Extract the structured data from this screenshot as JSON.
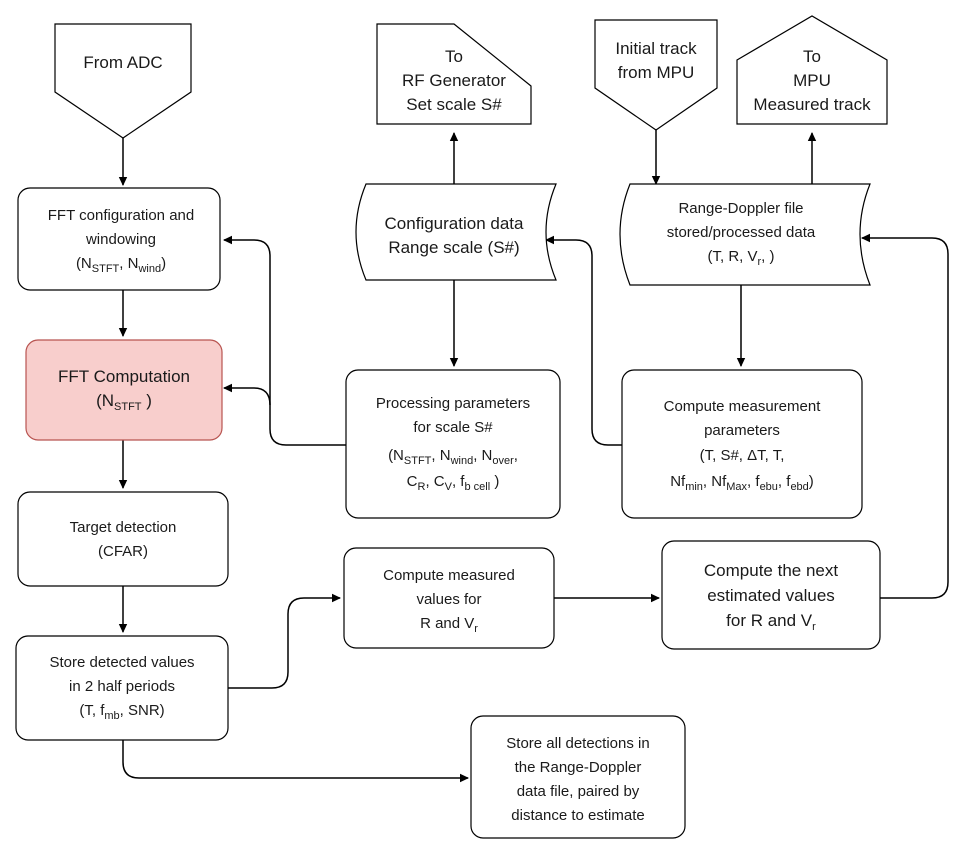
{
  "colors": {
    "highlight_fill": "#f8cecc",
    "highlight_stroke": "#b85450"
  },
  "nodes": {
    "from_adc": {
      "l1": "From ADC"
    },
    "to_rf": {
      "l1": "To",
      "l2": "RF Generator",
      "l3": "Set scale S#"
    },
    "initial_track": {
      "l1": "Initial track",
      "l2": "from MPU"
    },
    "to_mpu": {
      "l1": "To",
      "l2": "MPU",
      "l3": "Measured track"
    },
    "fft_config": {
      "l1": "FFT configuration and",
      "l2": "windowing",
      "l3_open": "(N",
      "l3_sub1": "STFT",
      "l3_mid": ", N",
      "l3_sub2": "wind",
      "l3_close": ")"
    },
    "config_data": {
      "l1": "Configuration data",
      "l2": "Range scale (S#)"
    },
    "range_doppler": {
      "l1": "Range-Doppler file",
      "l2": "stored/processed data",
      "l3_open": "(T, R, V",
      "l3_sub": "r",
      "l3_close": ", )"
    },
    "fft_comp": {
      "l1": "FFT Computation",
      "l2_open": "(N",
      "l2_sub": "STFT",
      "l2_close": " )"
    },
    "proc_params": {
      "l1": "Processing parameters",
      "l2": "for scale S#",
      "l3_a": "(N",
      "l3_s1": "STFT",
      "l3_b": ", N",
      "l3_s2": "wind",
      "l3_c": ", N",
      "l3_s3": "over",
      "l3_d": ",",
      "l4_a": "C",
      "l4_s1": "R",
      "l4_b": ", C",
      "l4_s2": "V",
      "l4_c": ", f",
      "l4_s3": "b cell",
      "l4_d": " )"
    },
    "meas_params": {
      "l1": "Compute measurement",
      "l2": "parameters",
      "l3": "(T, S#, ΔT, T,",
      "l4_a": "Nf",
      "l4_s1": "min",
      "l4_b": ", Nf",
      "l4_s2": "Max",
      "l4_c": ", f",
      "l4_s3": "ebu",
      "l4_d": ", f",
      "l4_s4": "ebd",
      "l4_e": ")"
    },
    "target": {
      "l1": "Target detection",
      "l2": "(CFAR)"
    },
    "meas_values": {
      "l1": "Compute measured",
      "l2": "values for",
      "l3_open": "R and V",
      "l3_sub": "r"
    },
    "next_est": {
      "l1": "Compute the next",
      "l2": "estimated values",
      "l3_open": "for  R and V",
      "l3_sub": "r"
    },
    "store_det": {
      "l1": "Store detected values",
      "l2": "in 2 half periods",
      "l3_open": "(T, f",
      "l3_sub": "mb",
      "l3_close": ", SNR)"
    },
    "store_all": {
      "l1": "Store all detections in",
      "l2": "the  Range-Doppler",
      "l3": "data file, paired by",
      "l4": "distance to estimate"
    }
  }
}
